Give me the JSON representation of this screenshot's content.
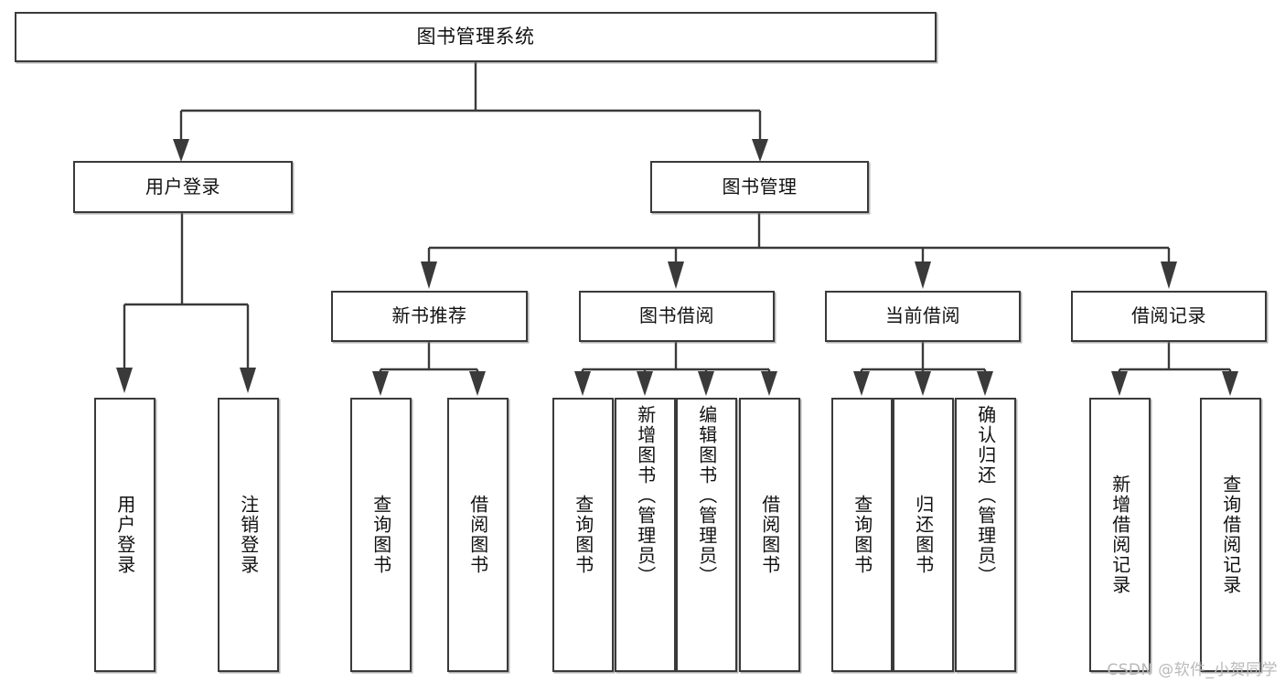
{
  "diagram": {
    "title": "图书管理系统",
    "type": "tree",
    "watermark": "CSDN @软件_小贺同学",
    "root": {
      "label": "图书管理系统"
    },
    "level2": [
      {
        "label": "用户登录"
      },
      {
        "label": "图书管理"
      }
    ],
    "level3": [
      {
        "label": "新书推荐"
      },
      {
        "label": "图书借阅"
      },
      {
        "label": "当前借阅"
      },
      {
        "label": "借阅记录"
      }
    ],
    "leaves": {
      "user_login": [
        {
          "label": "用户登录"
        },
        {
          "label": "注销登录"
        }
      ],
      "new_book": [
        {
          "label": "查询图书"
        },
        {
          "label": "借阅图书"
        }
      ],
      "book_borrow": [
        {
          "label": "查询图书"
        },
        {
          "label": "新增图书（管理员）"
        },
        {
          "label": "编辑图书（管理员）"
        },
        {
          "label": "借阅图书"
        }
      ],
      "current_borrow": [
        {
          "label": "查询图书"
        },
        {
          "label": "归还图书"
        },
        {
          "label": "确认归还（管理员）"
        }
      ],
      "borrow_record": [
        {
          "label": "新增借阅记录"
        },
        {
          "label": "查询借阅记录"
        }
      ]
    }
  },
  "colors": {
    "stroke": "#3a3a3a",
    "background": "#ffffff",
    "text": "#111111",
    "watermark": "#b9b9b9"
  }
}
